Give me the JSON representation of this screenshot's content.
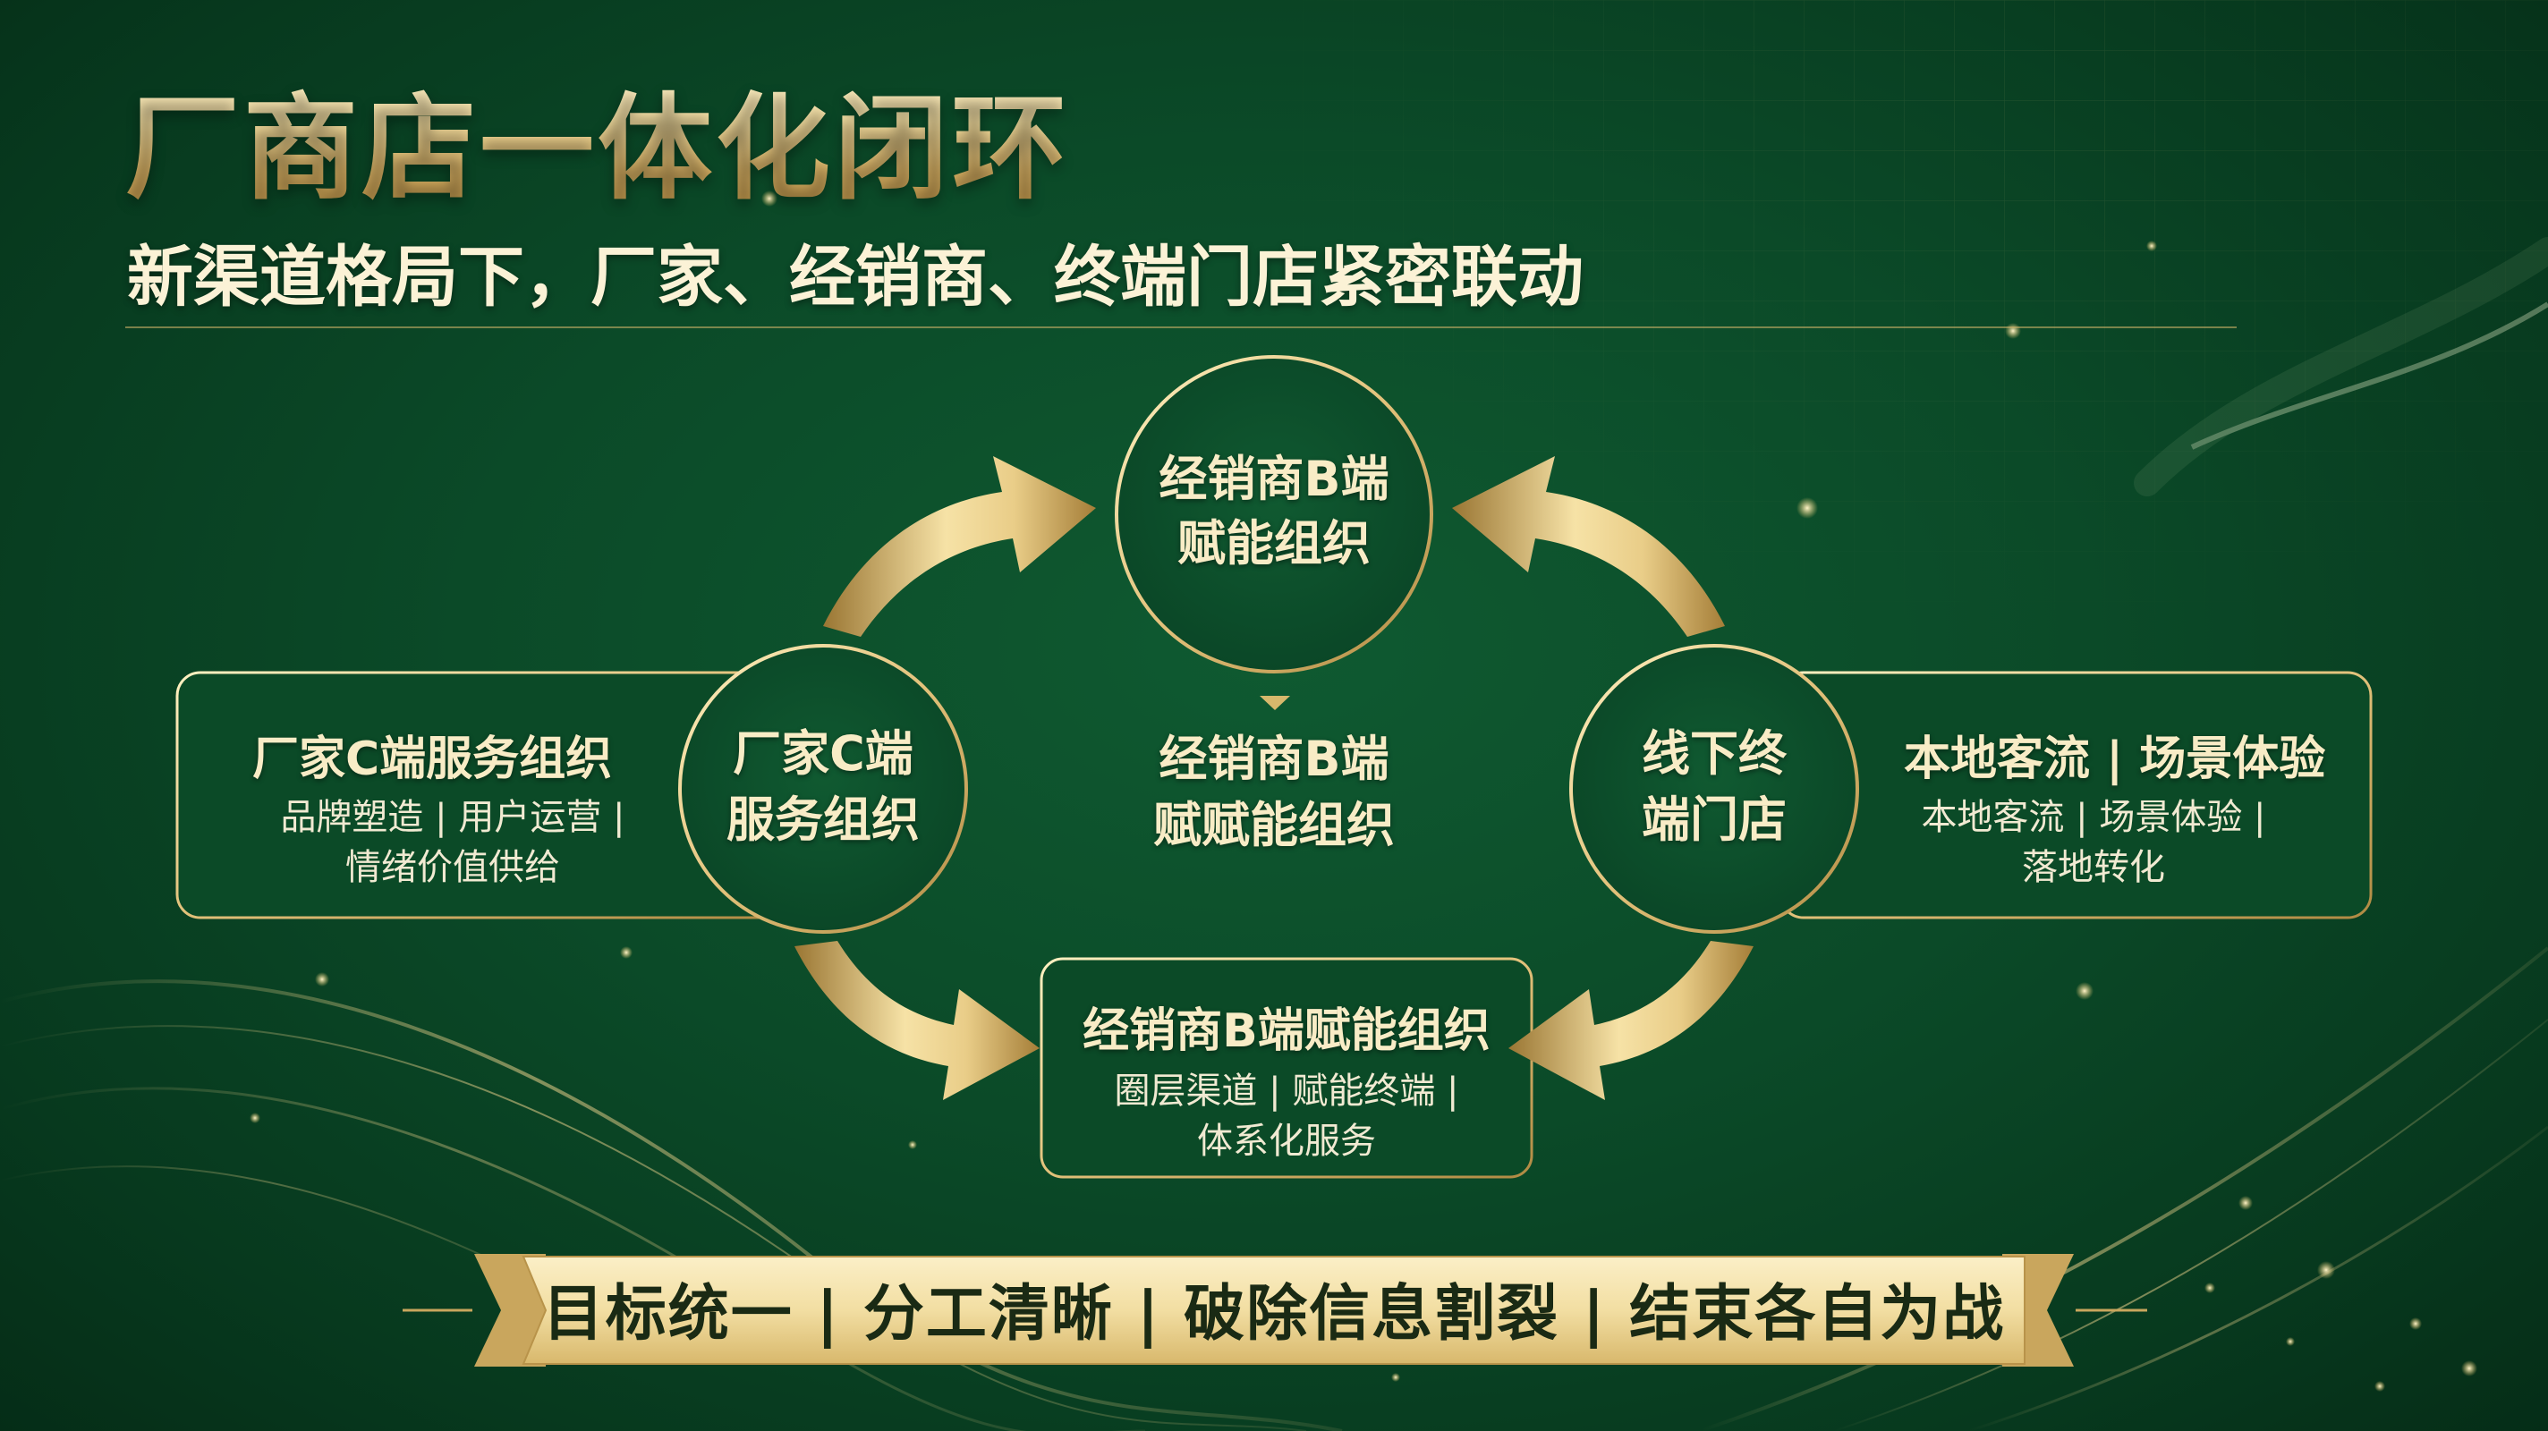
{
  "title": "厂商店一体化闭环",
  "subtitle": "新渠道格局下，厂家、经销商、终端门店紧密联动",
  "nodes": {
    "top_circle": {
      "line1": "经销商B端",
      "line2": "赋能组织"
    },
    "left_circle": {
      "line1": "厂家C端",
      "line2": "服务组织"
    },
    "right_circle": {
      "line1": "线下终",
      "line2": "端门店"
    },
    "center": {
      "line1": "经销商B端",
      "line2": "赋赋能组织"
    }
  },
  "left_card": {
    "title": "厂家C端服务组织",
    "desc_line1": "品牌塑造 | 用户运营 |",
    "desc_line2": "情绪价值供给"
  },
  "right_card": {
    "title": "本地客流 | 场景体验",
    "desc_line1": "本地客流 | 场景体验 |",
    "desc_line2": "落地转化"
  },
  "bottom_card": {
    "title": "经销商B端赋能组织",
    "desc_line1": "圈层渠道 | 赋能终端 |",
    "desc_line2": "体系化服务"
  },
  "banner": {
    "text": "目标统一 | 分工清晰 | 破除信息割裂 | 结束各自为战"
  },
  "colors": {
    "background": "#0b4a28",
    "gold": "#e2c17a",
    "text_light": "#f8ecc6"
  }
}
